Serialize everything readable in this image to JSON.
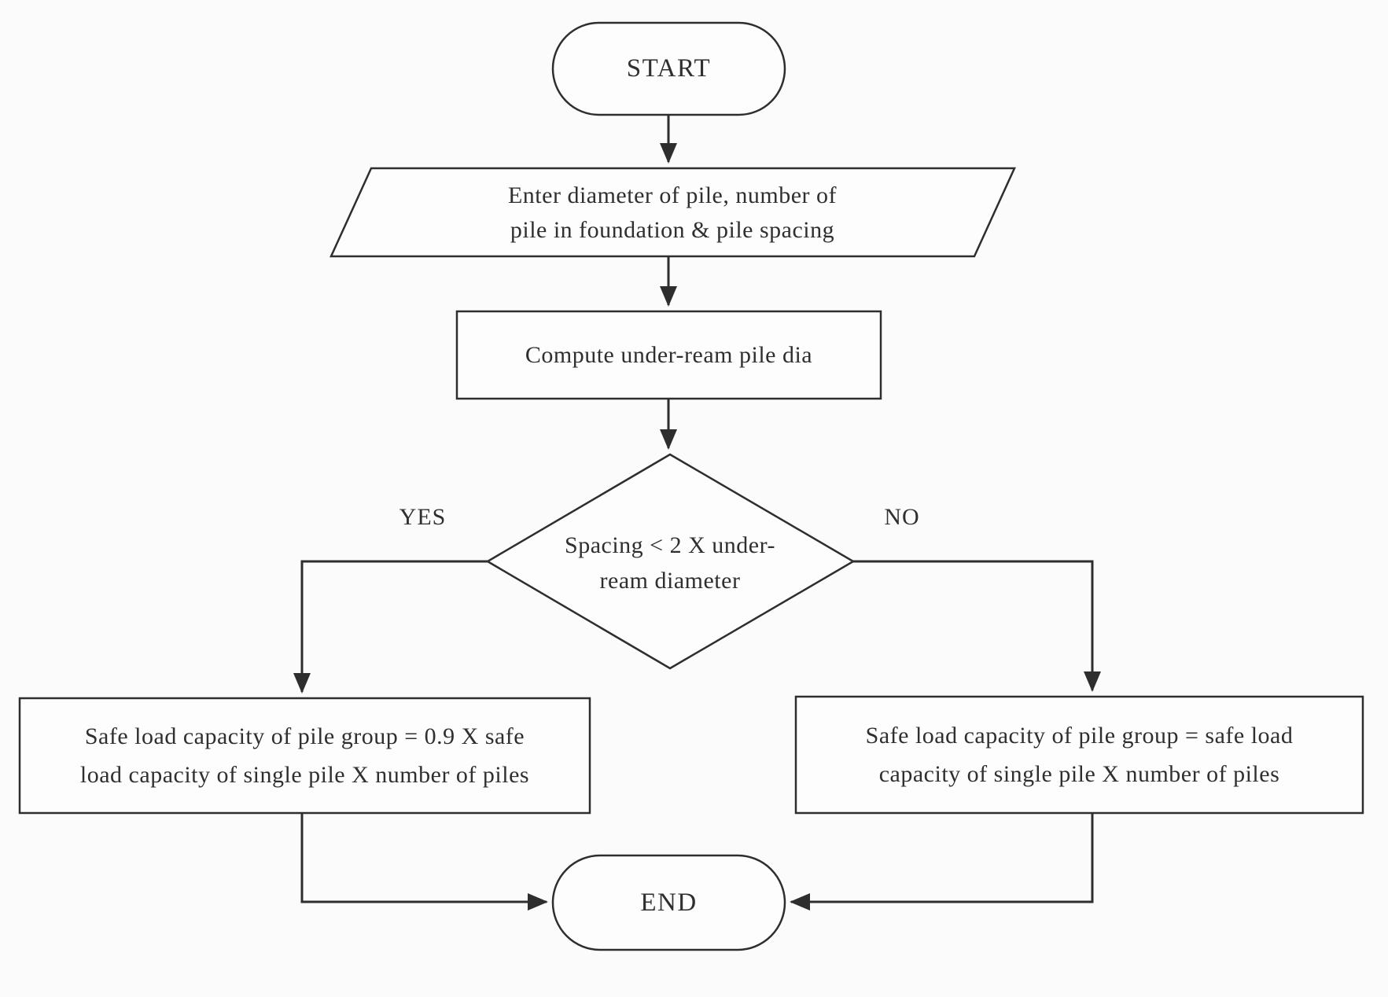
{
  "flowchart": {
    "start": {
      "label": "START"
    },
    "input": {
      "line1": "Enter diameter of pile, number of",
      "line2": "pile in foundation & pile spacing"
    },
    "process": {
      "label": "Compute under-ream pile dia"
    },
    "decision": {
      "line1": "Spacing < 2 X under-",
      "line2": "ream diameter"
    },
    "branches": {
      "yes": "YES",
      "no": "NO"
    },
    "result_yes": {
      "line1": "Safe load capacity of pile group = 0.9 X safe",
      "line2": "load capacity of single pile X number of piles"
    },
    "result_no": {
      "line1": "Safe load capacity of pile group = safe load",
      "line2": "capacity of single pile X number of piles"
    },
    "end": {
      "label": "END"
    },
    "colors": {
      "line": "#2e2e2e",
      "text": "#2f2f2f",
      "background": "#fbfbfb",
      "shape_fill": "#fdfdfd"
    }
  }
}
